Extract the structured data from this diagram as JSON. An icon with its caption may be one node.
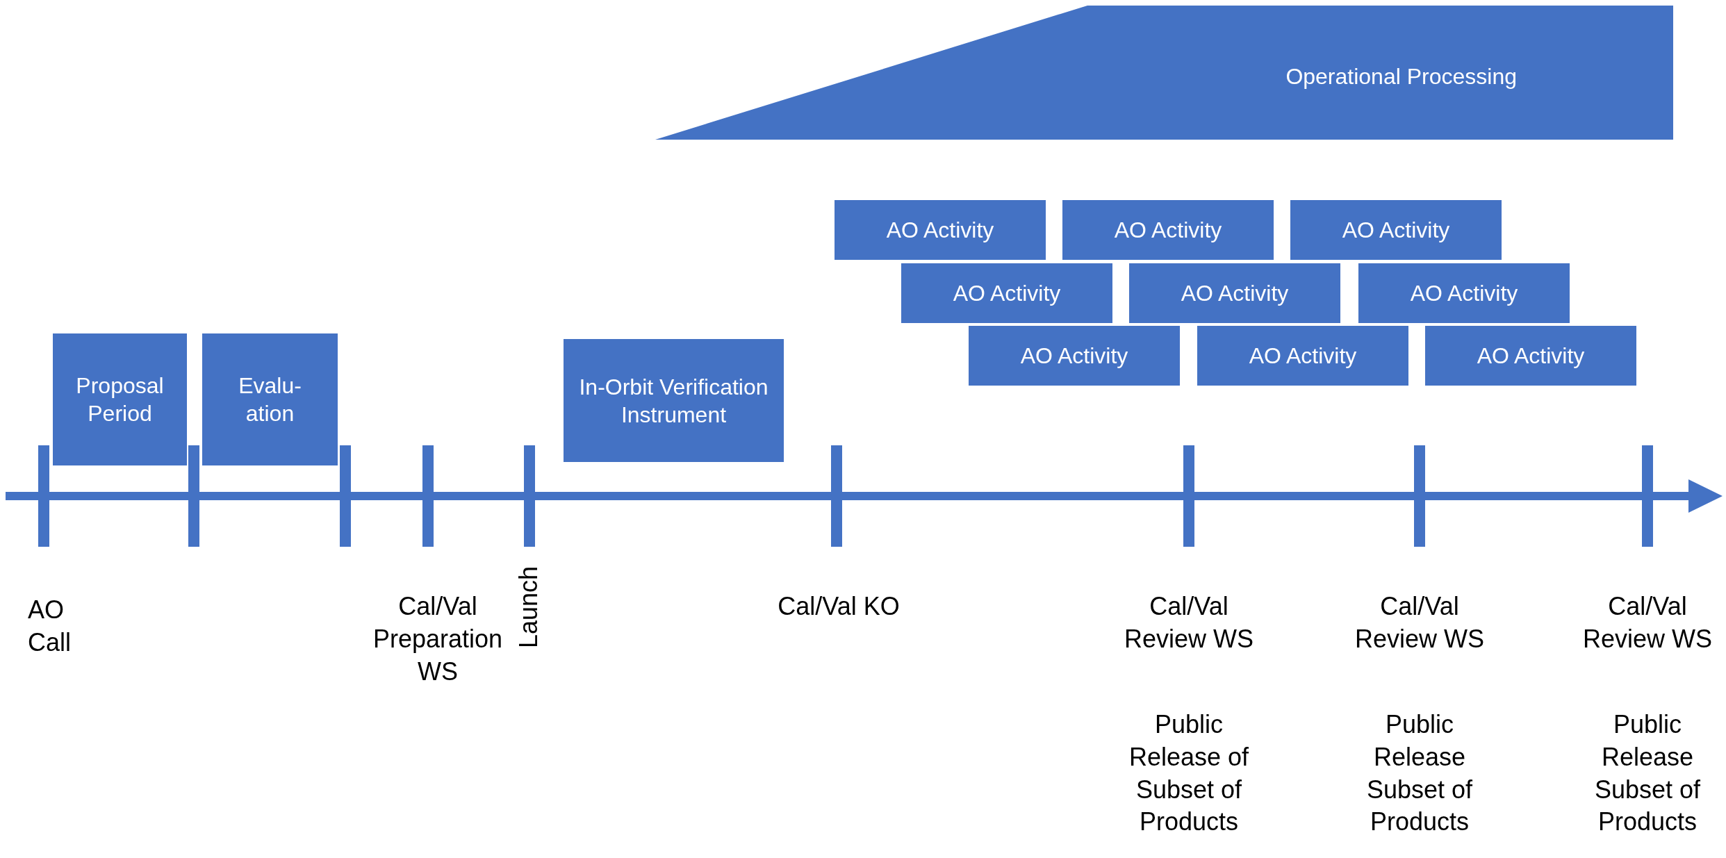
{
  "diagram": {
    "nodes": [
      {
        "text": [
          "Operational Processing"
        ]
      },
      {
        "text": [
          "Proposal Period"
        ]
      },
      {
        "text": [
          "Evalu- ation"
        ]
      },
      {
        "text": [
          "In-Orbit Verification Instrument"
        ]
      },
      {
        "text": [
          "AO Activity"
        ]
      },
      {
        "text": [
          "AO Activity"
        ]
      },
      {
        "text": [
          "AO Activity"
        ]
      },
      {
        "text": [
          "AO Activity"
        ]
      },
      {
        "text": [
          "AO Activity"
        ]
      },
      {
        "text": [
          "AO Activity"
        ]
      },
      {
        "text": [
          "AO Activity"
        ]
      },
      {
        "text": [
          "AO Activity"
        ]
      },
      {
        "text": [
          "AO Activity"
        ]
      }
    ],
    "labels": [
      "AO Call",
      "Cal/Val Preparation WS",
      "Launch",
      "Cal/Val KO",
      "Cal/Val Review WS",
      "Public Release of Subset of Products",
      "Cal/Val Review WS",
      "Public Release Subset of Products",
      "Cal/Val Review WS",
      "Public Release Subset of Products"
    ]
  }
}
